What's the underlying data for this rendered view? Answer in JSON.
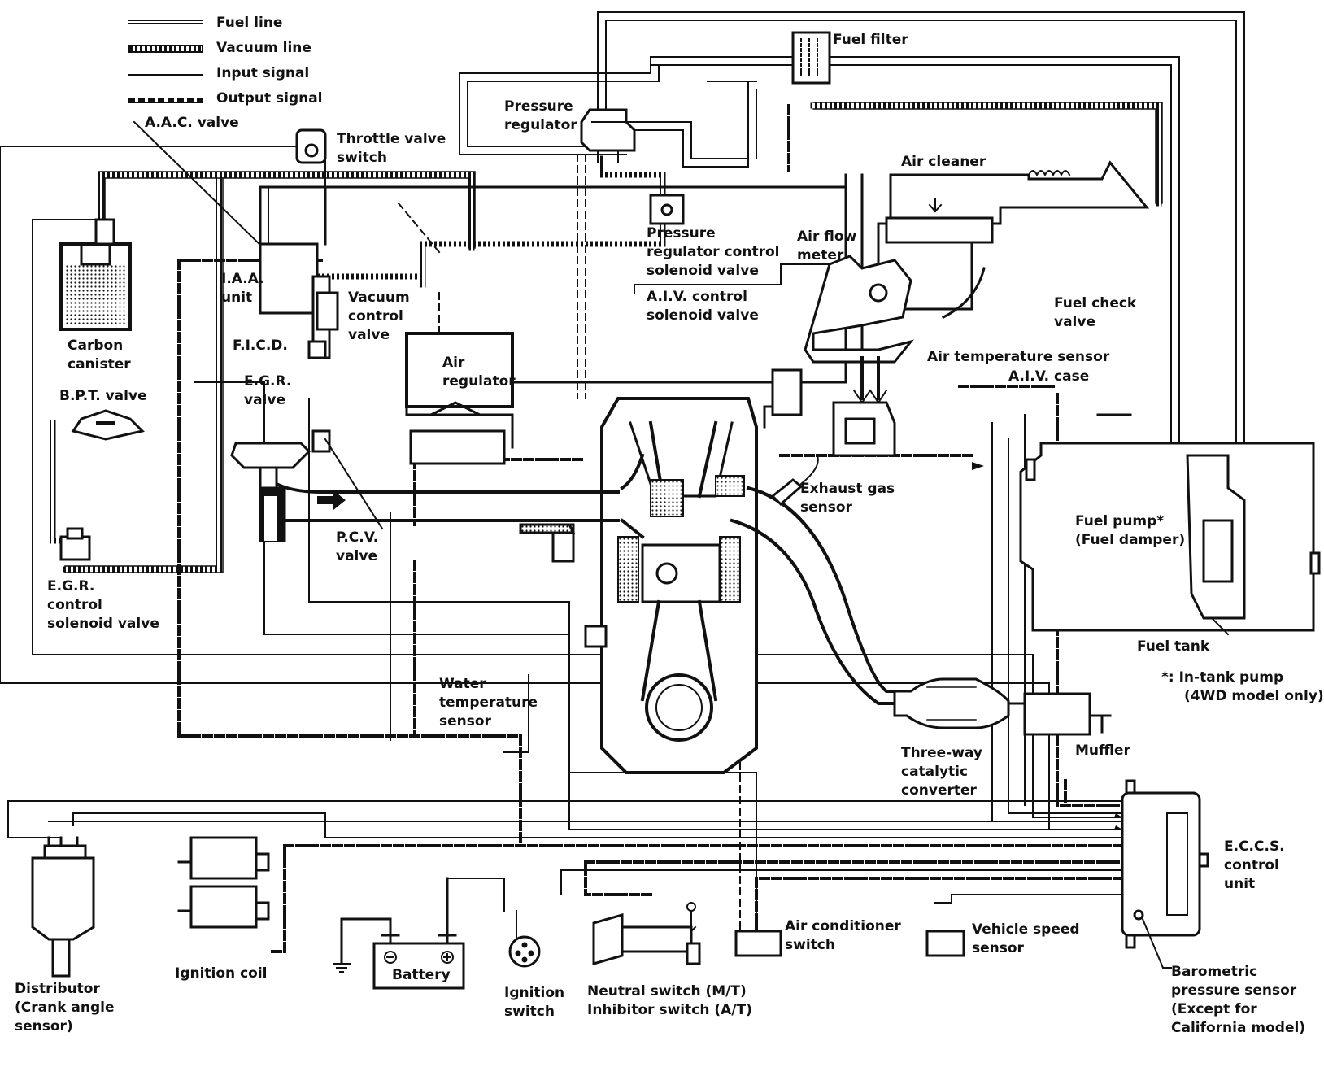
{
  "legend": [
    {
      "key": "fuel",
      "label": "Fuel line"
    },
    {
      "key": "vacuum",
      "label": "Vacuum line"
    },
    {
      "key": "input",
      "label": "Input signal"
    },
    {
      "key": "output",
      "label": "Output signal"
    }
  ],
  "components": {
    "aac_valve": "A.A.C. valve",
    "throttle_valve_switch": [
      "Throttle valve",
      "switch"
    ],
    "fuel_filter": "Fuel filter",
    "pressure_regulator": [
      "Pressure",
      "regulator"
    ],
    "air_cleaner": "Air cleaner",
    "pressure_regulator_control_solenoid_valve": [
      "Pressure",
      "regulator control",
      "solenoid valve"
    ],
    "air_flow_meter": [
      "Air flow",
      "meter"
    ],
    "iaa_unit": [
      "I.A.A.",
      "unit"
    ],
    "vacuum_control_valve": [
      "Vacuum",
      "control",
      "valve"
    ],
    "carbon_canister": [
      "Carbon",
      "canister"
    ],
    "ficd": "F.I.C.D.",
    "aiv_control_solenoid_valve": [
      "A.I.V. control",
      "solenoid valve"
    ],
    "fuel_check_valve": [
      "Fuel check",
      "valve"
    ],
    "air_regulator": [
      "Air",
      "regulator"
    ],
    "air_temperature_sensor": "Air temperature sensor",
    "aiv_case": "A.I.V. case",
    "bpt_valve": "B.P.T. valve",
    "egr_valve": [
      "E.G.R.",
      "valve"
    ],
    "exhaust_gas_sensor": [
      "Exhaust gas",
      "sensor"
    ],
    "fuel_pump": [
      "Fuel pump*",
      "(Fuel damper)"
    ],
    "pcv_valve": [
      "P.C.V.",
      "valve"
    ],
    "egr_control_solenoid_valve": [
      "E.G.R.",
      "control",
      "solenoid valve"
    ],
    "fuel_tank": "Fuel tank",
    "in_tank_pump_note": [
      "*:  In-tank pump",
      "(4WD model only)"
    ],
    "water_temperature_sensor": [
      "Water",
      "temperature",
      "sensor"
    ],
    "muffler": "Muffler",
    "three_way_catalytic_converter": [
      "Three-way",
      "catalytic",
      "converter"
    ],
    "eccs_control_unit": [
      "E.C.C.S.",
      "control",
      "unit"
    ],
    "air_conditioner_switch": [
      "Air conditioner",
      "switch"
    ],
    "vehicle_speed_sensor": [
      "Vehicle speed",
      "sensor"
    ],
    "battery": "Battery",
    "ignition_coil": "Ignition coil",
    "distributor": [
      "Distributor",
      "(Crank angle",
      "sensor)"
    ],
    "ignition_switch": [
      "Ignition",
      "switch"
    ],
    "neutral_inhibitor_switch": [
      "Neutral switch (M/T)",
      "Inhibitor switch (A/T)"
    ],
    "barometric_pressure_sensor": [
      "Barometric",
      "pressure sensor",
      "(Except for",
      "California model)"
    ]
  },
  "icons": {
    "battery_negative": "minus-terminal",
    "battery_positive": "plus-terminal",
    "ground": "ground-symbol",
    "flow_arrow": "flow-arrow"
  }
}
